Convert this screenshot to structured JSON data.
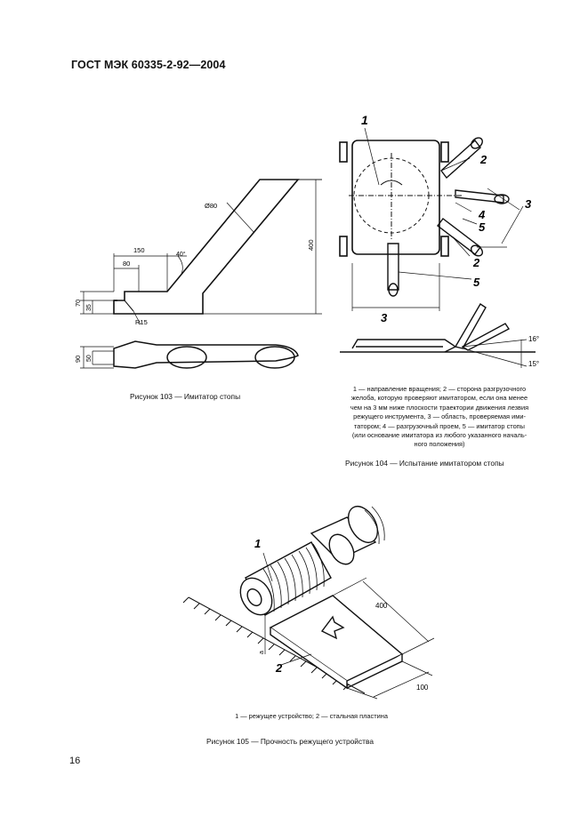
{
  "header": {
    "title": "ГОСТ МЭК 60335-2-92—2004"
  },
  "fig103": {
    "caption": "Рисунок 103 — Имитатор стопы",
    "dims": {
      "d80": "Ø80",
      "d150": "150",
      "d80b": "80",
      "ang": "40°",
      "d400": "400",
      "d70": "70",
      "d35": "35",
      "r15": "R15",
      "d90": "90",
      "d50": "50"
    }
  },
  "fig104": {
    "legend_lines": [
      "1 — направление вращения; 2 — сторона разгрузочного",
      "желоба, которую проверяют имитатором, если она менее",
      "чем на 3 мм ниже плоскости траектории движения лезвия",
      "режущего инструмента, 3 — область, проверяемая ими-",
      "татором; 4 — разгрузочный проем, 5 — имитатор стопы",
      "(или основание имитатора из любого указанного началь-",
      "ного положения)"
    ],
    "caption": "Рисунок 104 — Испытание имитатором стопы",
    "labels": {
      "n1": "1",
      "n2a": "2",
      "n3a": "3",
      "n4": "4",
      "n5a": "5",
      "n2b": "2",
      "n5b": "5",
      "n3b": "3",
      "a16": "16°",
      "a15": "15°"
    }
  },
  "fig105": {
    "labels": {
      "n1": "1",
      "n2": "2",
      "d400": "400",
      "d100": "100",
      "da": "a"
    },
    "legend": "1 — режущее устройство; 2 — стальная пластина",
    "caption": "Рисунок 105 — Прочность режущего устройства"
  },
  "page_number": "16"
}
